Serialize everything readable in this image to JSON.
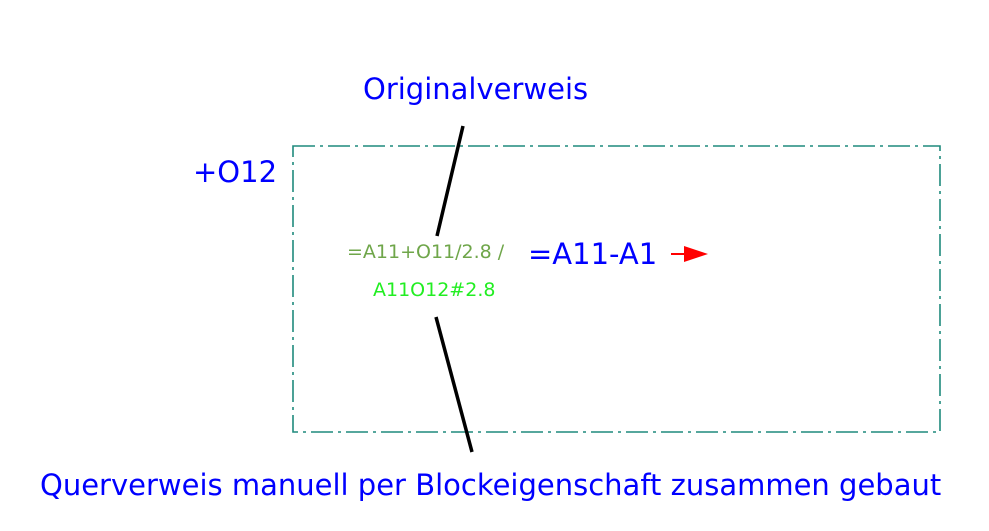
{
  "labels": {
    "original_reference": "Originalverweis",
    "location_designation": "+O12",
    "cross_reference": "=A11+O11/2.8 /",
    "device_designation": "=A11-A1",
    "manual_cross_reference": "A11O12#2.8",
    "manual_description": "Querverweis manuell per Blockeigenschaft zusammen gebaut"
  },
  "colors": {
    "blue_text": "#0000ff",
    "frame_teal": "#1f8a7d",
    "cross_reference_olive": "#6fa64a",
    "manual_reference_green": "#22ee22",
    "leader_line": "#000000",
    "arrow_red": "#ff0000"
  },
  "icons": {
    "arrow": "red-arrow-right-icon"
  }
}
